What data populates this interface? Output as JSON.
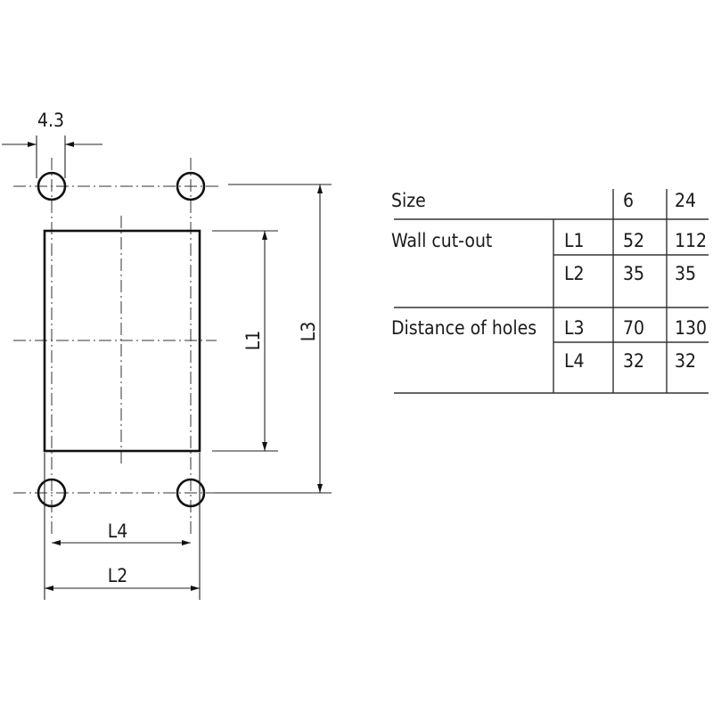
{
  "drawing": {
    "hole_diameter_label": "4.3",
    "dimensions": {
      "l1": "L1",
      "l2": "L2",
      "l3": "L3",
      "l4": "L4"
    }
  },
  "table": {
    "header": {
      "label": "Size",
      "sizes": [
        "6",
        "24"
      ]
    },
    "groups": [
      {
        "label": "Wall cut-out",
        "rows": [
          {
            "dim": "L1",
            "values": [
              "52",
              "112"
            ]
          },
          {
            "dim": "L2",
            "values": [
              "35",
              "35"
            ]
          }
        ]
      },
      {
        "label": "Distance of holes",
        "rows": [
          {
            "dim": "L3",
            "values": [
              "70",
              "130"
            ]
          },
          {
            "dim": "L4",
            "values": [
              "32",
              "32"
            ]
          }
        ]
      }
    ]
  }
}
